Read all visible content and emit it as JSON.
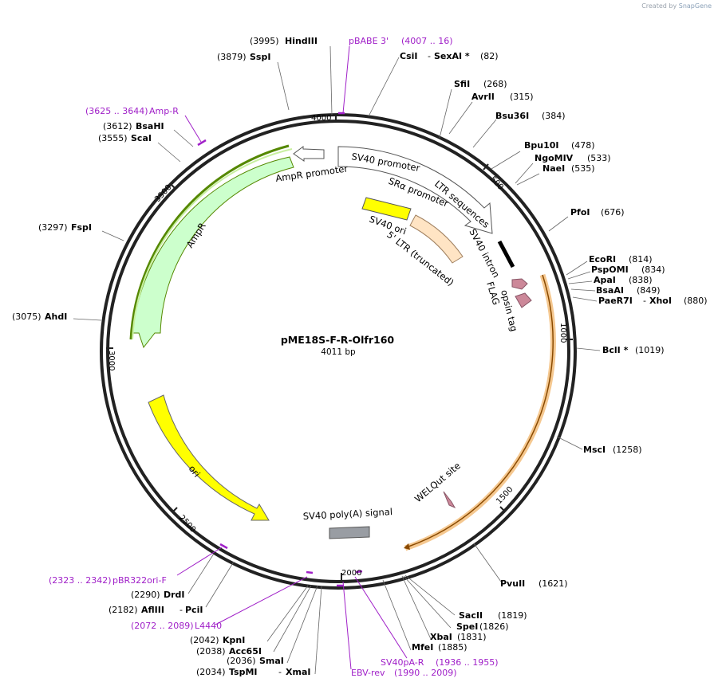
{
  "credit": {
    "prefix": "Created by",
    "brand": "SnapGene"
  },
  "plasmid": {
    "name": "pME18S-F-R-Olfr160",
    "length_label": "4011 bp"
  },
  "ticks": [
    "500",
    "1000",
    "1500",
    "2000",
    "2500",
    "3000",
    "3500",
    "4000"
  ],
  "sites": [
    {
      "pos": "(3995)",
      "name": "HindIII"
    },
    {
      "pos": "(3879)",
      "name": "SspI"
    },
    {
      "pos": "(3612)",
      "name": "BsaHI"
    },
    {
      "pos": "(3555)",
      "name": "ScaI"
    },
    {
      "pos": "(3297)",
      "name": "FspI"
    },
    {
      "pos": "(3075)",
      "name": "AhdI"
    },
    {
      "pos": "(2290)",
      "name": "DrdI"
    },
    {
      "pos": "(2182)",
      "name": "AflIII",
      "name2": "PciI"
    },
    {
      "pos": "(2042)",
      "name": "KpnI"
    },
    {
      "pos": "(2038)",
      "name": "Acc65I"
    },
    {
      "pos": "(2036)",
      "name": "SmaI"
    },
    {
      "pos": "(2034)",
      "name": "TspMI",
      "name2": "XmaI"
    },
    {
      "pos": "(82)",
      "name": "CsiI",
      "name2": "SexAI *"
    },
    {
      "pos": "(268)",
      "name": "SfiI"
    },
    {
      "pos": "(315)",
      "name": "AvrII"
    },
    {
      "pos": "(384)",
      "name": "Bsu36I"
    },
    {
      "pos": "(478)",
      "name": "Bpu10I"
    },
    {
      "pos": "(533)",
      "name": "NgoMIV"
    },
    {
      "pos": "(535)",
      "name": "NaeI"
    },
    {
      "pos": "(676)",
      "name": "PfoI"
    },
    {
      "pos": "(814)",
      "name": "EcoRI"
    },
    {
      "pos": "(834)",
      "name": "PspOMI"
    },
    {
      "pos": "(838)",
      "name": "ApaI"
    },
    {
      "pos": "(849)",
      "name": "BsaAI"
    },
    {
      "pos": "(880)",
      "name": "PaeR7I",
      "name2": "XhoI"
    },
    {
      "pos": "(1019)",
      "name": "BclI *"
    },
    {
      "pos": "(1258)",
      "name": "MscI"
    },
    {
      "pos": "(1621)",
      "name": "PvuII"
    },
    {
      "pos": "(1819)",
      "name": "SacII"
    },
    {
      "pos": "(1826)",
      "name": "SpeI"
    },
    {
      "pos": "(1831)",
      "name": "XbaI"
    },
    {
      "pos": "(1885)",
      "name": "MfeI"
    }
  ],
  "primers": [
    {
      "name": "pBABE 3'",
      "range": "(4007 .. 16)"
    },
    {
      "name": "Amp-R",
      "range": "(3625 .. 3644)"
    },
    {
      "name": "pBR322ori-F",
      "range": "(2323 .. 2342)"
    },
    {
      "name": "L4440",
      "range": "(2072 .. 2089)"
    },
    {
      "name": "SV40pA-R",
      "range": "(1936 .. 1955)"
    },
    {
      "name": "EBV-rev",
      "range": "(1990 .. 2009)"
    }
  ],
  "features": {
    "ampr": "AmpR",
    "ampr_promoter": "AmpR promoter",
    "sv40_promoter": "SV40 promoter",
    "sra_promoter": "SRα promoter",
    "ltr_sequences": "LTR sequences",
    "sv40_ori": "SV40 ori",
    "ltr_5": "5' LTR (truncated)",
    "sv40_intron": "SV40 intron",
    "flag": "FLAG",
    "opsin_tag": "opsin tag",
    "ori": "ori",
    "sv40_polya": "SV40 poly(A) signal",
    "welqut": "WELQut site"
  },
  "colors": {
    "primer": "#a020c8",
    "ampr_fill": "#ccffcc",
    "ampr_highlight": "#558800",
    "ori_fill": "#ffff00",
    "cds_highlight": "#f0a030",
    "ltr_fill": "#ffe4c4",
    "polya_fill": "#999da3",
    "tag_fill": "#cc8899"
  }
}
